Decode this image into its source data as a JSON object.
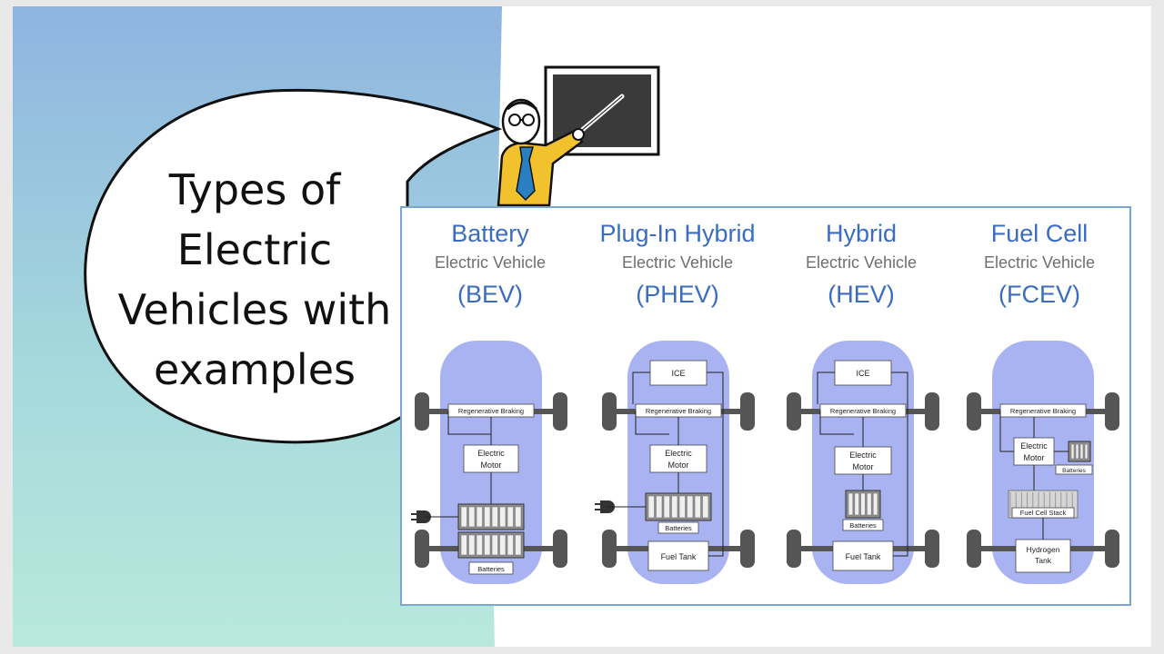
{
  "slide": {
    "title_lines": [
      "Types of",
      "Electric",
      "Vehicles with",
      "examples"
    ]
  },
  "colors": {
    "gradient_top": "#8fb4e0",
    "gradient_bottom": "#b7e8dc",
    "heading_blue": "#3b6dbf",
    "car_body": "#aab3f2",
    "wheel": "#555555",
    "presenter_shirt": "#f2c12e",
    "tie": "#2a7fc1"
  },
  "vehicles": [
    {
      "name": "Battery",
      "sub": "Electric Vehicle",
      "abbr": "(BEV)",
      "labels": {
        "regen": "Regenerative Braking",
        "motor_1": "Electric",
        "motor_2": "Motor",
        "batteries": "Batteries"
      }
    },
    {
      "name": "Plug-In Hybrid",
      "sub": "Electric Vehicle",
      "abbr": "(PHEV)",
      "labels": {
        "ice": "ICE",
        "regen": "Regenerative Braking",
        "motor_1": "Electric",
        "motor_2": "Motor",
        "batteries": "Batteries",
        "fuel_tank": "Fuel Tank"
      }
    },
    {
      "name": "Hybrid",
      "sub": "Electric Vehicle",
      "abbr": "(HEV)",
      "labels": {
        "ice": "ICE",
        "regen": "Regenerative Braking",
        "motor_1": "Electric",
        "motor_2": "Motor",
        "batteries": "Batteries",
        "fuel_tank": "Fuel Tank"
      }
    },
    {
      "name": "Fuel Cell",
      "sub": "Electric Vehicle",
      "abbr": "(FCEV)",
      "labels": {
        "regen": "Regenerative Braking",
        "motor_1": "Electric",
        "motor_2": "Motor",
        "batteries": "Batteries",
        "fuel_cell": "Fuel Cell Stack",
        "hydrogen_1": "Hydrogen",
        "hydrogen_2": "Tank"
      }
    }
  ]
}
